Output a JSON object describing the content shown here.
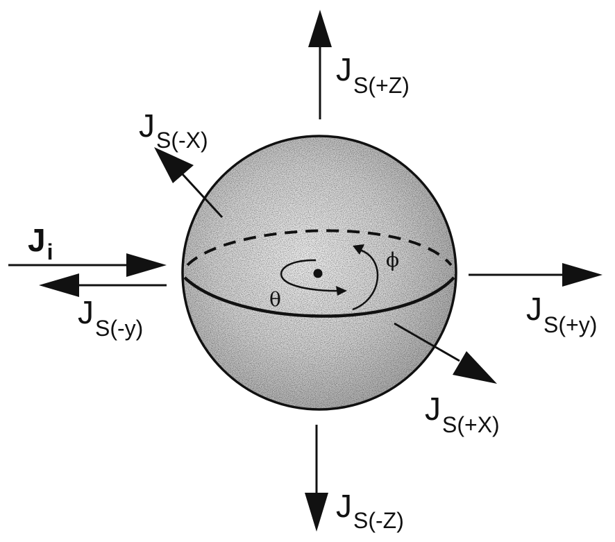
{
  "labels": {
    "jsz_pos": {
      "main": "J",
      "sub": "S(+Z)"
    },
    "jsz_neg": {
      "main": "J",
      "sub": "S(-Z)"
    },
    "jsx_neg": {
      "main": "J",
      "sub": "S(-X)"
    },
    "jsx_pos": {
      "main": "J",
      "sub": "S(+X)"
    },
    "jsy_pos": {
      "main": "J",
      "sub": "S(+y)"
    },
    "jsy_neg": {
      "main": "J",
      "sub": "S(-y)"
    },
    "ji": {
      "main": "J",
      "sub": "i"
    },
    "theta": "θ",
    "phi": "ϕ"
  }
}
